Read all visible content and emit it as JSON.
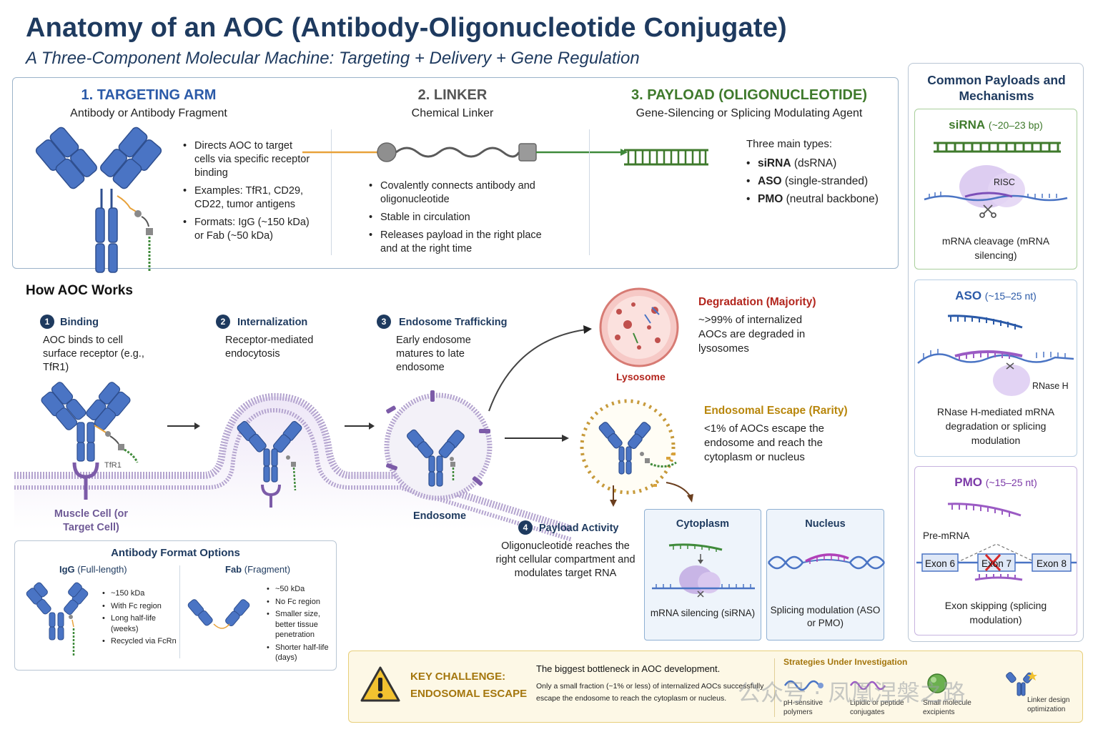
{
  "header": {
    "title": "Anatomy of an AOC (Antibody-Oligonucleotide Conjugate)",
    "subtitle": "A Three-Component Molecular Machine: Targeting + Delivery + Gene Regulation"
  },
  "components": {
    "targeting": {
      "title": "1. TARGETING ARM",
      "subtitle": "Antibody or Antibody Fragment",
      "bullets": [
        "Directs AOC to target cells via specific receptor binding",
        "Examples: TfR1, CD29, CD22, tumor antigens",
        "Formats: IgG (~150 kDa) or Fab (~50 kDa)"
      ]
    },
    "linker": {
      "title": "2. LINKER",
      "subtitle": "Chemical Linker",
      "bullets": [
        "Covalently connects antibody and oligonucleotide",
        "Stable in circulation",
        "Releases payload in the right place and at the right time"
      ]
    },
    "payload": {
      "title": "3. PAYLOAD (OLIGONUCLEOTIDE)",
      "subtitle": "Gene-Silencing or Splicing Modulating Agent",
      "types_heading": "Three main types:",
      "types": [
        {
          "name": "siRNA",
          "detail": " (dsRNA)"
        },
        {
          "name": "ASO",
          "detail": " (single-stranded)"
        },
        {
          "name": "PMO",
          "detail": " (neutral backbone)"
        }
      ]
    }
  },
  "payloads": {
    "heading": "Common Payloads and Mechanisms",
    "sirna": {
      "name": "siRNA",
      "size": "(~20–23 bp)",
      "enzyme": "RISC",
      "desc": "mRNA cleavage (mRNA silencing)"
    },
    "aso": {
      "name": "ASO",
      "size": "(~15–25 nt)",
      "enzyme": "RNase H",
      "desc": "RNase H-mediated mRNA degradation or splicing modulation"
    },
    "pmo": {
      "name": "PMO",
      "size": "(~15–25 nt)",
      "pre_label": "Pre-mRNA",
      "exons": [
        "Exon 6",
        "Exon 7",
        "Exon 8"
      ],
      "desc": "Exon skipping (splicing modulation)"
    }
  },
  "how": {
    "heading": "How AOC Works",
    "steps": [
      {
        "num": "1",
        "title": "Binding",
        "desc": "AOC binds to cell surface receptor (e.g., TfR1)"
      },
      {
        "num": "2",
        "title": "Internalization",
        "desc": "Receptor-mediated endocytosis"
      },
      {
        "num": "3",
        "title": "Endosome Trafficking",
        "desc": "Early endosome matures to late endosome"
      },
      {
        "num": "4",
        "title": "Payload Activity",
        "desc": "Oligonucleotide reaches the right cellular compartment and modulates target RNA"
      }
    ],
    "receptor_label": "TfR1",
    "cell_label": "Muscle Cell (or Target Cell)",
    "endosome_label": "Endosome",
    "lysosome_label": "Lysosome",
    "degradation": {
      "title": "Degradation (Majority)",
      "desc": "~>99% of internalized AOCs are degraded in lysosomes"
    },
    "escape": {
      "title": "Endosomal Escape (Rarity)",
      "desc": "<1% of AOCs escape the endosome and reach the cytoplasm or nucleus"
    },
    "cytoplasm": {
      "title": "Cytoplasm",
      "desc": "mRNA silencing (siRNA)"
    },
    "nucleus": {
      "title": "Nucleus",
      "desc": "Splicing modulation (ASO or PMO)"
    }
  },
  "formats": {
    "heading": "Antibody Format Options",
    "igg": {
      "name": "IgG",
      "detail": " (Full-length)",
      "bullets": [
        "~150 kDa",
        "With Fc region",
        "Long half-life (weeks)",
        "Recycled via FcRn"
      ]
    },
    "fab": {
      "name": "Fab",
      "detail": " (Fragment)",
      "bullets": [
        "~50 kDa",
        "No Fc region",
        "Smaller size, better tissue penetration",
        "Shorter half-life (days)"
      ]
    }
  },
  "challenge": {
    "label": "KEY CHALLENGE: ENDOSOMAL ESCAPE",
    "headline": "The biggest bottleneck in AOC development.",
    "detail": "Only a small fraction (~1% or less) of internalized AOCs successfully escape the endosome to reach the cytoplasm or nucleus.",
    "strategies_heading": "Strategies Under Investigation",
    "strategies": [
      "pH-sensitive polymers",
      "Lipidic or peptide conjugates",
      "Small molecule excipients",
      "Linker design optimization"
    ]
  },
  "watermark": "公众号 · 凤凰涅槃之路",
  "colors": {
    "navy": "#1e3a5f",
    "antibody": "#4a74c4",
    "linker_orange": "#e8a23a",
    "oligo_green": "#3f8a3a",
    "payload_green": "#3f7a2c",
    "degradation_red": "#b3261e",
    "escape_gold": "#b8860b",
    "purple": "#9b5bc4"
  }
}
